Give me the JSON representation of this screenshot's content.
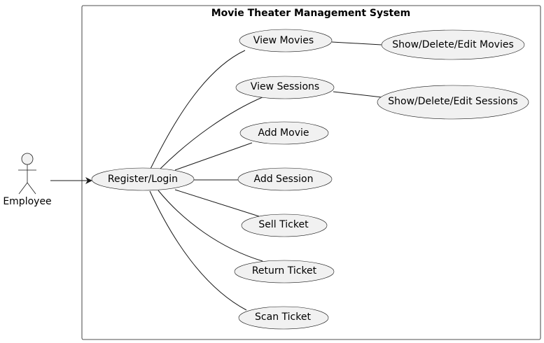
{
  "system": {
    "title": "Movie Theater Management System"
  },
  "actor": {
    "name": "Employee"
  },
  "use_cases": {
    "register_login": "Register/Login",
    "view_movies": "View Movies",
    "show_delete_edit_movies": "Show/Delete/Edit Movies",
    "view_sessions": "View Sessions",
    "show_delete_edit_sessions": "Show/Delete/Edit Sessions",
    "add_movie": "Add Movie",
    "add_session": "Add Session",
    "sell_ticket": "Sell Ticket",
    "return_ticket": "Return Ticket",
    "scan_ticket": "Scan Ticket"
  },
  "colors": {
    "usecase_fill": "#f1f1f1",
    "stroke": "#181818",
    "background": "#ffffff"
  }
}
